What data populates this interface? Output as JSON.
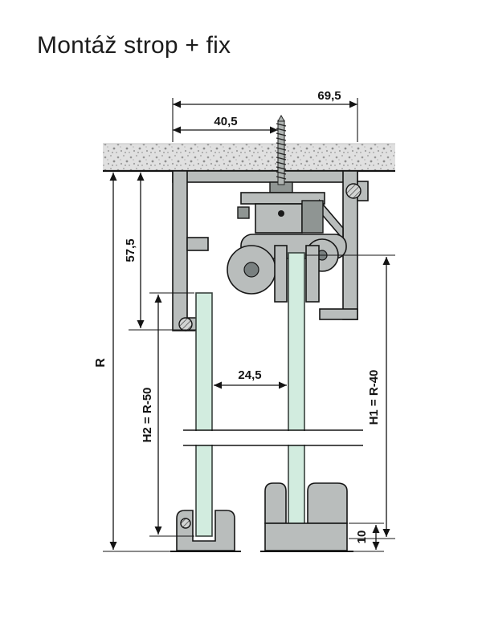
{
  "title": "Montáž strop + fix",
  "labels": {
    "top_width": "69,5",
    "screw_offset": "40,5",
    "track_height": "57,5",
    "opening_height": "R",
    "sliding_panel": "H2 = R-50",
    "panel_gap": "24,5",
    "fixed_panel": "H1 = R-40",
    "floor_profile": "10"
  },
  "colors": {
    "aluminum": "#b9bdbc",
    "glass": "#d2ecdf",
    "outline": "#161616",
    "ceiling": "#e0e0e0"
  }
}
